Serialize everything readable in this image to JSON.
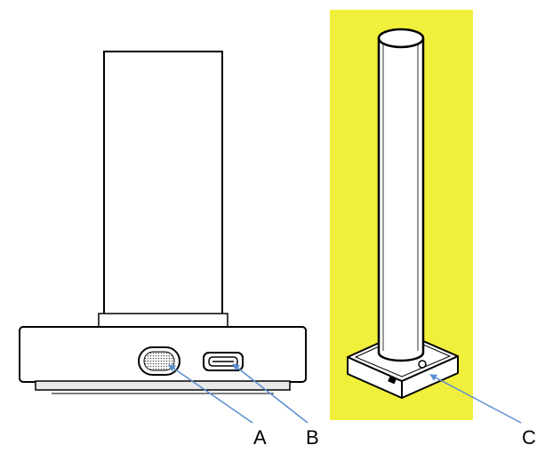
{
  "labels": {
    "a": "A",
    "b": "B",
    "c": "C"
  },
  "colors": {
    "highlight_background": "#f0ef3c",
    "outline": "#000000",
    "leader_line": "#5a8ed0",
    "shading": "#e9e9e9"
  }
}
